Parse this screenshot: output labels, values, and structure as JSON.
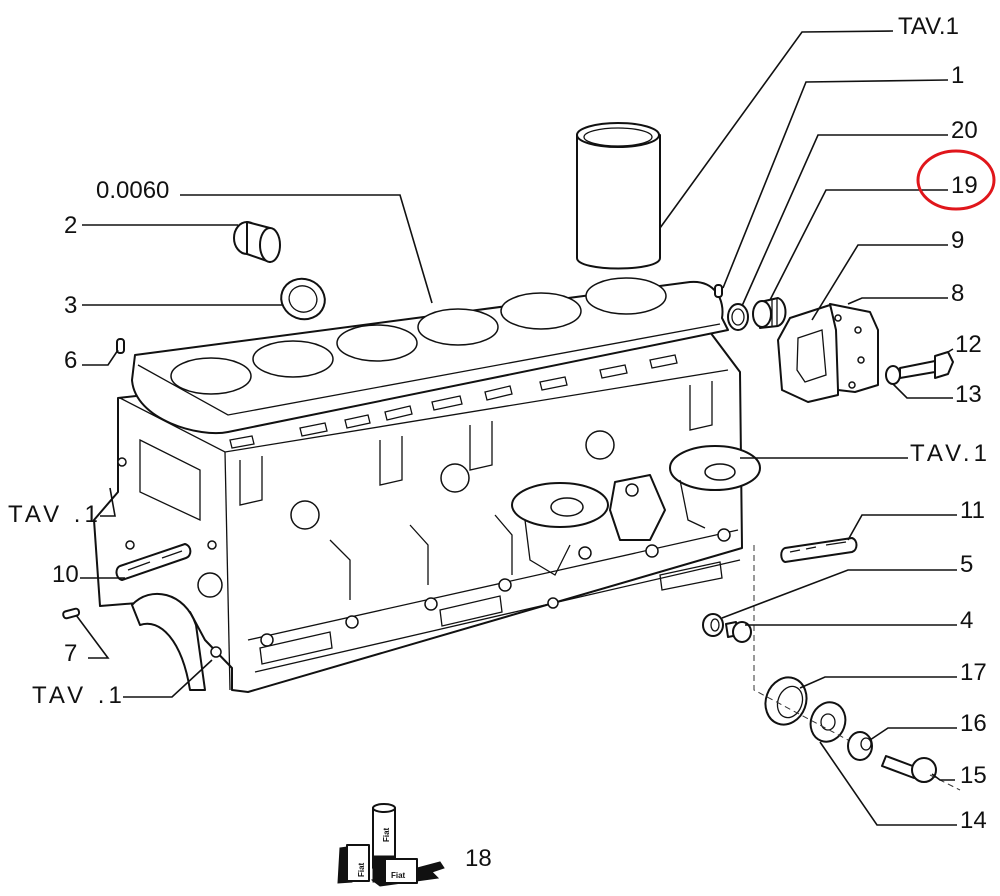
{
  "diagram": {
    "type": "exploded-parts-diagram",
    "subject": "engine cylinder block",
    "highlight": {
      "label": "19",
      "color": "#e0161b"
    },
    "callouts": [
      {
        "id": "tav1-top",
        "text": "TAV.1",
        "part": "cylinder liner reference"
      },
      {
        "id": "p1",
        "text": "1",
        "part": "dowel pin (top)"
      },
      {
        "id": "p20",
        "text": "20",
        "part": "seal ring"
      },
      {
        "id": "p19",
        "text": "19",
        "part": "threaded plug"
      },
      {
        "id": "p9",
        "text": "9",
        "part": "cover gasket"
      },
      {
        "id": "p8",
        "text": "8",
        "part": "cover plate"
      },
      {
        "id": "p12",
        "text": "12",
        "part": "bolt"
      },
      {
        "id": "p13",
        "text": "13",
        "part": "washer"
      },
      {
        "id": "tav1-right",
        "text": "TAV.1",
        "part": "block side reference"
      },
      {
        "id": "p11",
        "text": "11",
        "part": "stud"
      },
      {
        "id": "p5",
        "text": "5",
        "part": "washer"
      },
      {
        "id": "p4",
        "text": "4",
        "part": "plug"
      },
      {
        "id": "p17",
        "text": "17",
        "part": "large seal ring"
      },
      {
        "id": "p16",
        "text": "16",
        "part": "bushing"
      },
      {
        "id": "p15",
        "text": "15",
        "part": "screw"
      },
      {
        "id": "p14",
        "text": "14",
        "part": "washer"
      },
      {
        "id": "p0060",
        "text": "0.0060",
        "part": "head gasket"
      },
      {
        "id": "p2",
        "text": "2",
        "part": "cup plug"
      },
      {
        "id": "p3",
        "text": "3",
        "part": "seal ring"
      },
      {
        "id": "p6",
        "text": "6",
        "part": "dowel pin"
      },
      {
        "id": "tav1-left",
        "text": "TAV .1",
        "part": "block left reference"
      },
      {
        "id": "p10",
        "text": "10",
        "part": "stud"
      },
      {
        "id": "p7",
        "text": "7",
        "part": "dowel pin"
      },
      {
        "id": "tav1-bottom",
        "text": "TAV .1",
        "part": "block bottom reference"
      },
      {
        "id": "p18",
        "text": "18",
        "part": "sealant / adhesive kit"
      }
    ],
    "kit_labels": [
      "Fiat",
      "Fiat",
      "Fiat"
    ]
  }
}
